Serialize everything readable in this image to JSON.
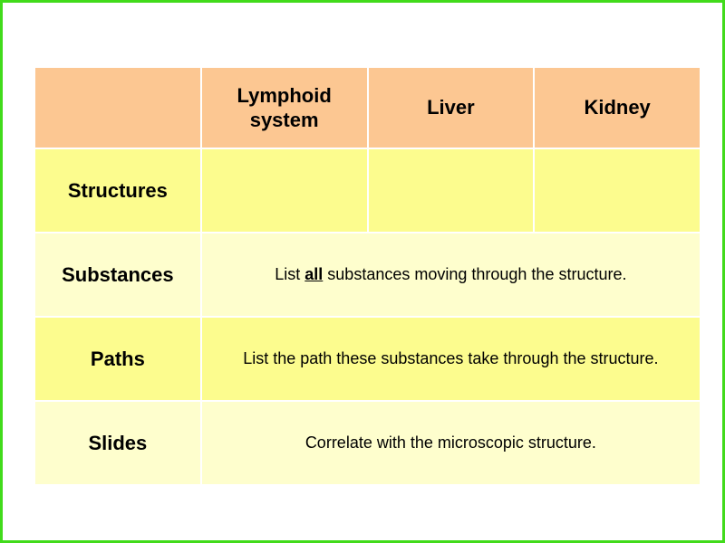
{
  "page": {
    "background_color": "#FFFFFF",
    "border_color": "#41DB1B"
  },
  "table": {
    "colors": {
      "header_bg": "#FCC792",
      "row_yellow_bg": "#FCFC8E",
      "row_pale_bg": "#FEFECD",
      "gap_color": "#FFFFFF",
      "text_color": "#000000"
    },
    "header": {
      "corner": "",
      "columns": [
        "Lymphoid system",
        "Liver",
        "Kidney"
      ]
    },
    "rows": [
      {
        "label": "Structures",
        "content": ""
      },
      {
        "label": "Substances",
        "content_prefix": "List ",
        "content_emphasis": "all",
        "content_suffix": " substances moving through the structure."
      },
      {
        "label": "Paths",
        "content": "List the path these substances take through the structure."
      },
      {
        "label": "Slides",
        "content": "Correlate with the microscopic structure."
      }
    ]
  }
}
